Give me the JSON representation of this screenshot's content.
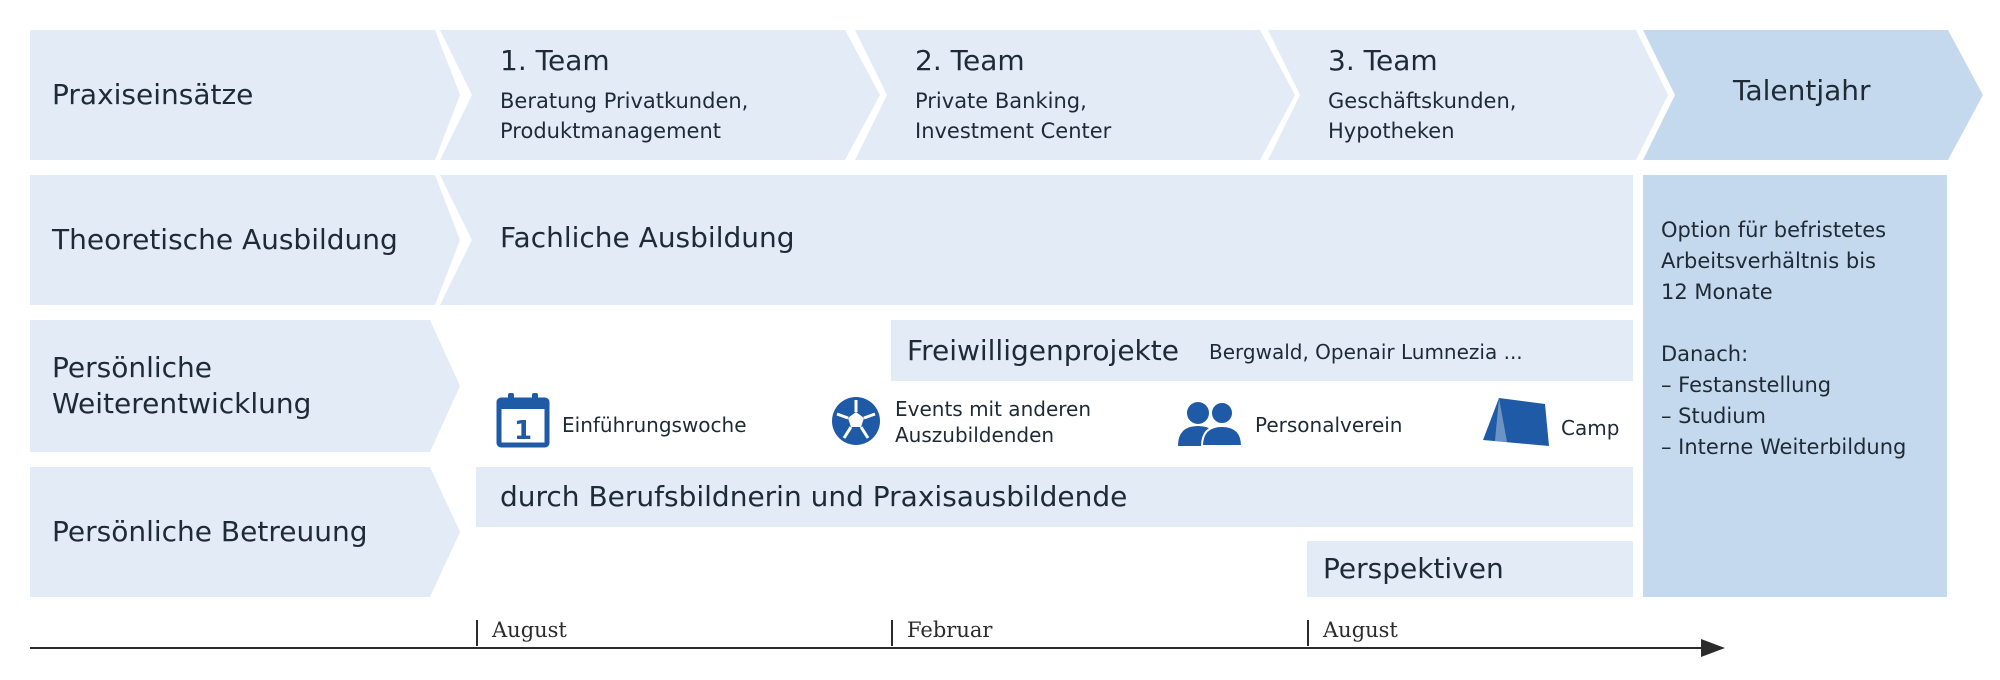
{
  "rows": {
    "praxis": "Praxiseinsätze",
    "theorie": "Theoretische Ausbildung",
    "weiter_1": "Persönliche",
    "weiter_2": "Weiterentwicklung",
    "betreuung": "Persönliche Betreuung"
  },
  "teams": [
    {
      "title": "1. Team",
      "line1": "Beratung Privatkunden,",
      "line2": "Produktmanagement"
    },
    {
      "title": "2. Team",
      "line1": "Private Banking,",
      "line2": "Investment Center"
    },
    {
      "title": "3. Team",
      "line1": "Geschäftskunden,",
      "line2": "Hypotheken"
    }
  ],
  "talentjahr": {
    "title": "Talentjahr",
    "option_1": "Option für befristetes",
    "option_2": "Arbeitsverhältnis bis",
    "option_3": "12 Monate",
    "danach": "Danach:",
    "items": [
      "–  Festanstellung",
      "–  Studium",
      "–  Interne Weiterbildung"
    ]
  },
  "fachliche": "Fachliche Ausbildung",
  "freiwillig": {
    "title": "Freiwilligenprojekte",
    "detail": "Bergwald, Openair Lumnezia ..."
  },
  "events": [
    {
      "icon": "calendar-icon",
      "day": "1",
      "label_1": "Einführungswoche",
      "label_2": ""
    },
    {
      "icon": "soccer-ball-icon",
      "label_1": "Events mit anderen",
      "label_2": "Auszubildenden"
    },
    {
      "icon": "people-icon",
      "label_1": "Personalverein",
      "label_2": ""
    },
    {
      "icon": "tent-icon",
      "label_1": "Camp",
      "label_2": ""
    }
  ],
  "betreuung_bar": "durch Berufsbildnerin und Praxisausbildende",
  "perspektiven": "Perspektiven",
  "timeline": [
    "August",
    "Februar",
    "August"
  ],
  "colors": {
    "light": "#e3ebf7",
    "dark": "#c5d9ee",
    "icon": "#1f5aa6",
    "text": "#1e2a35"
  }
}
